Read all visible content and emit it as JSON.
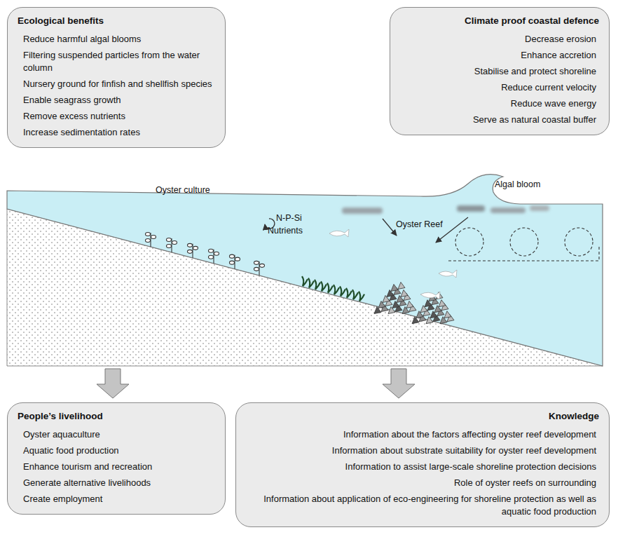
{
  "diagram": {
    "nodes": [
      {
        "text": [
          "Ecological benefits",
          "Reduce harmful algal blooms",
          "Filtering suspended particles from the water column",
          "Nursery ground for finfish and shellfish species",
          "Enable seagrass growth",
          "Remove excess nutrients",
          "Increase sedimentation rates"
        ]
      },
      {
        "text": [
          "Climate proof coastal defence",
          "Decrease erosion",
          "Enhance accretion",
          "Stabilise and protect shoreline",
          "Reduce current velocity",
          "Reduce wave energy",
          "Serve as natural coastal buffer"
        ]
      },
      {
        "text": [
          "People’s livelihood",
          "Oyster aquaculture",
          "Aquatic food production",
          "Enhance tourism and recreation",
          "Generate alternative livelihoods",
          "Create employment"
        ]
      },
      {
        "text": [
          "Knowledge",
          "Information about the factors affecting oyster reef development",
          "Information about substrate suitability for oyster reef development",
          "Information to assist large-scale shoreline protection decisions",
          "Role of oyster reefs on surrounding",
          "Information about application of eco-engineering for shoreline protection as well as aquatic food production"
        ]
      }
    ],
    "labels": [
      "Oyster culture",
      "N-P-Si",
      "Nutrients",
      "Oyster Reef",
      "Algal bloom"
    ]
  }
}
